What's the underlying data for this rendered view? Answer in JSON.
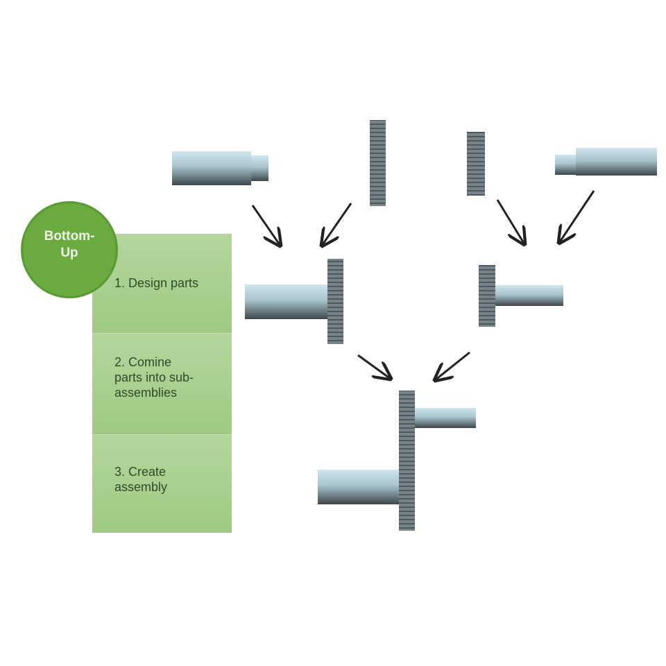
{
  "badge": {
    "line1": "Bottom-",
    "line2": "Up"
  },
  "steps": [
    {
      "lines": [
        "1. Design parts"
      ]
    },
    {
      "lines": [
        "2. Comine",
        "parts into sub-",
        "assemblies"
      ]
    },
    {
      "lines": [
        "3. Create",
        "assembly"
      ]
    }
  ],
  "colors": {
    "badge": "#6aab3f",
    "panel": "#a8d08c",
    "gear": "#6e7b82",
    "shaft_light": "#c9e3ea",
    "shaft_dark": "#3f4b50",
    "arrow": "#222222"
  }
}
